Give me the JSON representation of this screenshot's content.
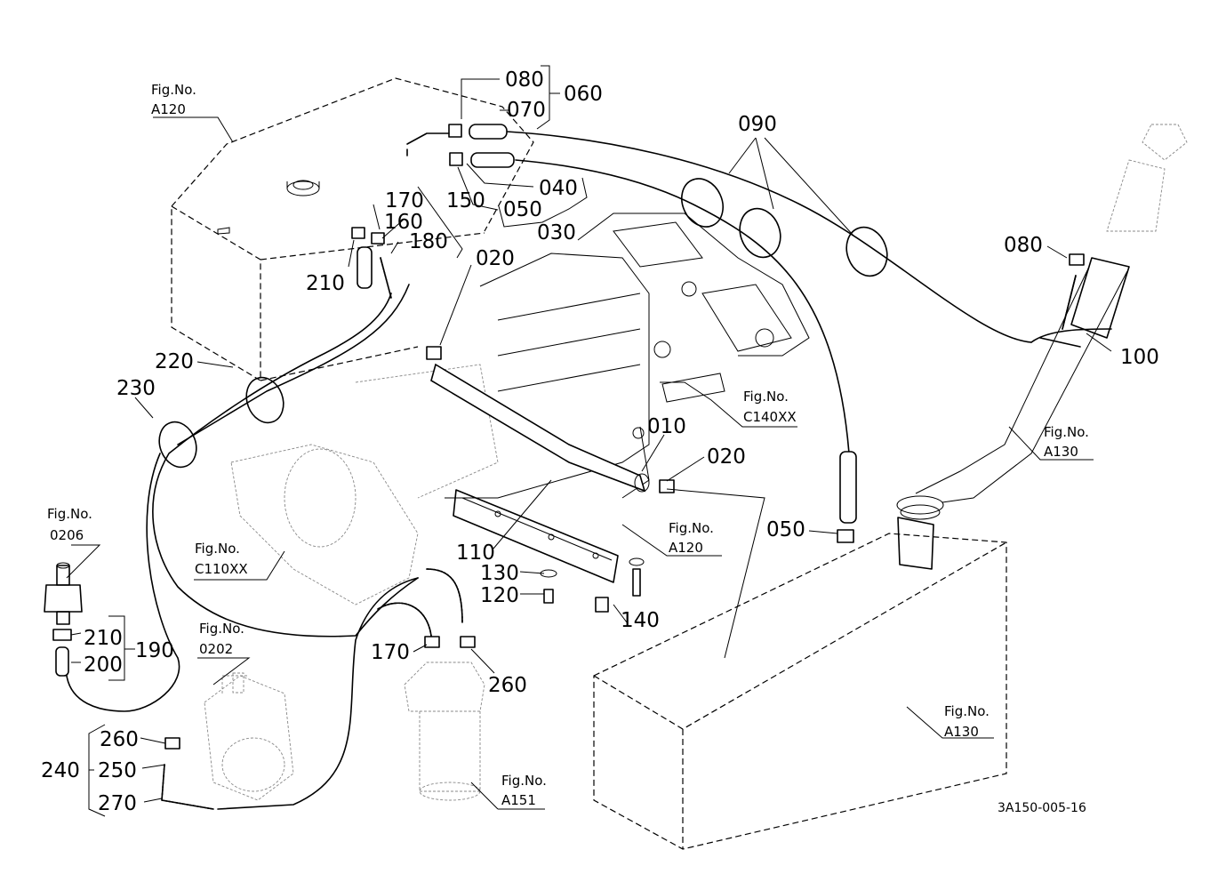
{
  "drawing_code": "3A150-005-16",
  "fig_label": "Fig.No.",
  "figure_refs": {
    "a120_top": "A120",
    "a120_mid": "A120",
    "c140xx": "C140XX",
    "a130_upper": "A130",
    "a130_lower": "A130",
    "ref_0206": "0206",
    "c110xx": "C110XX",
    "ref_0202": "0202",
    "a151": "A151"
  },
  "part_numbers": {
    "p080_top": "080",
    "p070": "070",
    "p060": "060",
    "p040": "040",
    "p050_top": "050",
    "p030": "030",
    "p090": "090",
    "p170_top": "170",
    "p150": "150",
    "p160": "160",
    "p180": "180",
    "p210_top": "210",
    "p020_top": "020",
    "p080_right": "080",
    "p100": "100",
    "p220": "220",
    "p230": "230",
    "p010": "010",
    "p020_mid": "020",
    "p050_mid": "050",
    "p110": "110",
    "p130": "130",
    "p120": "120",
    "p140": "140",
    "p210_left": "210",
    "p200": "200",
    "p190": "190",
    "p170_bottom": "170",
    "p260_right": "260",
    "p260_left": "260",
    "p240": "240",
    "p250": "250",
    "p270": "270"
  }
}
